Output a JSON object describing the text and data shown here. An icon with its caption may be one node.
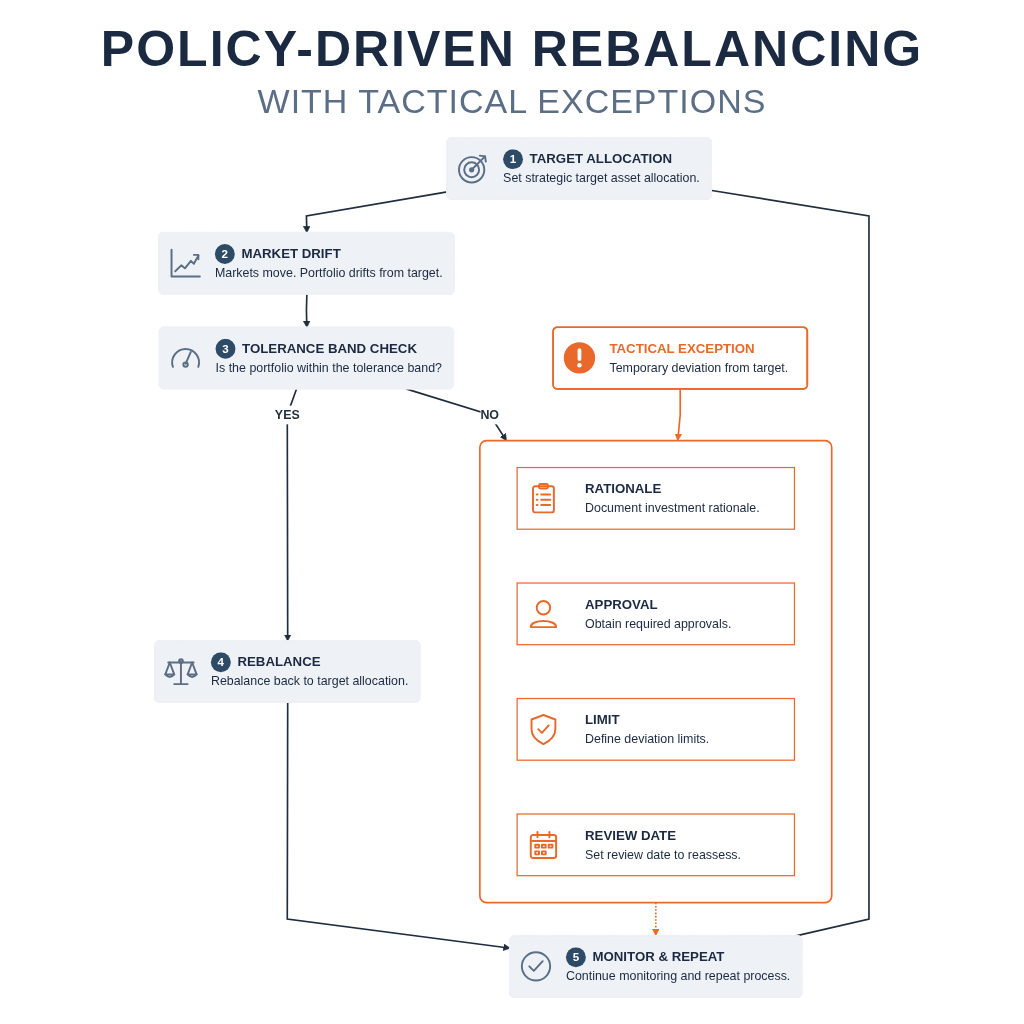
{
  "diagram": {
    "title": "POLICY-DRIVEN REBALANCING",
    "nodes": [
      {
        "text": [
          "1",
          "TARGET ALLOCATION",
          "Set strategic target asset allocation."
        ]
      },
      {
        "text": [
          "2",
          "MARKET DRIFT",
          "Markets move. Portfolio drifts from target."
        ]
      },
      {
        "text": [
          "3",
          "TOLERANCE BAND CHECK",
          "Is the portfolio within the tolerance band?"
        ]
      },
      {
        "text": [
          "4",
          "REBALANCE",
          "Rebalance back to target allocation."
        ]
      },
      {
        "text": [
          "5",
          "MONITOR & REPEAT",
          "Continue monitoring and repeat process."
        ]
      },
      {
        "text": [
          "TACTICAL EXCEPTION",
          "Temporary deviation from target."
        ]
      },
      {
        "text": [],
        "shape": "box"
      },
      {
        "text": [
          "RATIONALE",
          "Document investment rationale."
        ],
        "in": 6
      },
      {
        "text": [
          "APPROVAL",
          "Obtain required approvals."
        ],
        "in": 6
      },
      {
        "text": [
          "LIMIT",
          "Define deviation limits."
        ],
        "in": 6
      },
      {
        "text": [
          "REVIEW DATE",
          "Set review date to reassess."
        ],
        "in": 6
      }
    ],
    "edges": [
      {
        "from": 0,
        "to": 1,
        "arrow": "to"
      },
      {
        "from": 1,
        "to": 2,
        "arrow": "to"
      },
      {
        "from": 2,
        "to": 6,
        "arrow": "to",
        "label": "NO"
      },
      {
        "from": 2,
        "to": 3,
        "arrow": "to",
        "label": "YES"
      },
      {
        "from": 3,
        "to": 4,
        "arrow": "to"
      },
      {
        "from": 5,
        "to": 6,
        "arrow": "to",
        "color": "#e8692a"
      },
      {
        "from": 6,
        "to": 4,
        "arrow": "to",
        "style": "dashed",
        "color": "#e8692a"
      },
      {
        "from": 0,
        "to": 4,
        "arrow": "none"
      }
    ],
    "labels": [
      "WITH TACTICAL EXCEPTIONS"
    ]
  }
}
